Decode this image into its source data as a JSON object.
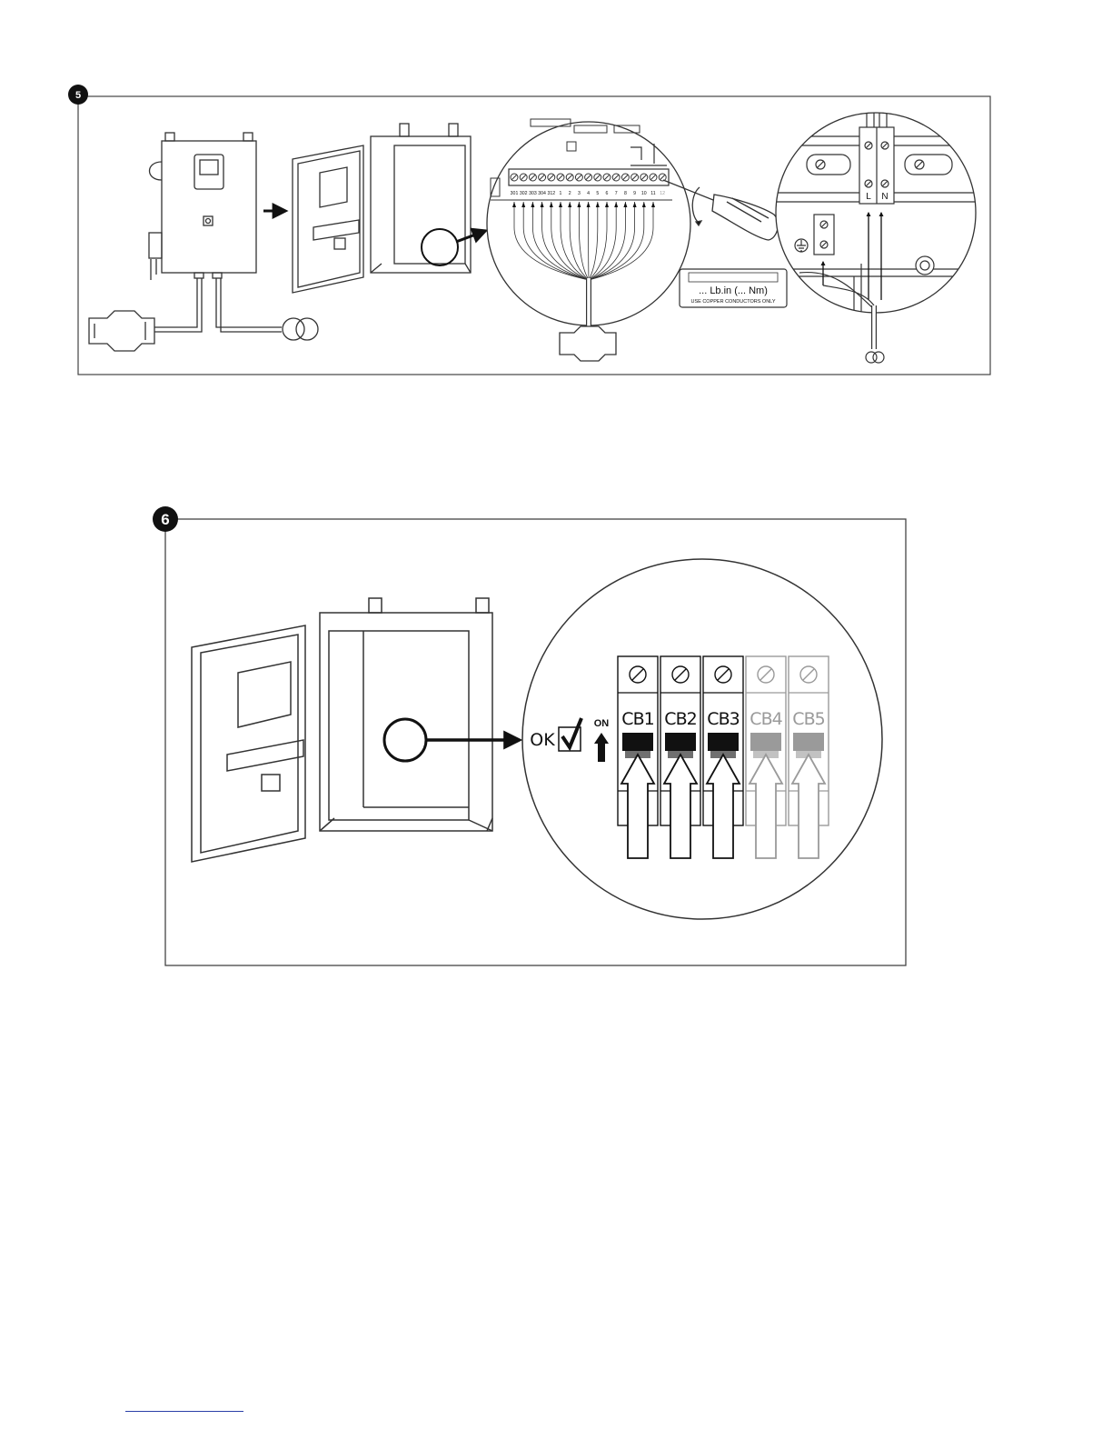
{
  "figures": {
    "fig5": {
      "step_number": "5",
      "terminal_labels": [
        "301",
        "302",
        "303",
        "304",
        "312",
        "1",
        "2",
        "3",
        "4",
        "5",
        "6",
        "7",
        "8",
        "9",
        "10",
        "11",
        "12"
      ],
      "torque_label": "... Lb.in (... Nm)",
      "conductor_note": "USE COPPER CONDUCTORS ONLY",
      "line_label": "L",
      "neutral_label": "N"
    },
    "fig6": {
      "step_number": "6",
      "ok_label": "OK",
      "on_label": "ON",
      "breakers": [
        {
          "label": "CB1",
          "active": true
        },
        {
          "label": "CB2",
          "active": true
        },
        {
          "label": "CB3",
          "active": true
        },
        {
          "label": "CB4",
          "active": false
        },
        {
          "label": "CB5",
          "active": false
        }
      ],
      "colors": {
        "active": "#111111",
        "inactive": "#9a9a9a"
      }
    }
  }
}
